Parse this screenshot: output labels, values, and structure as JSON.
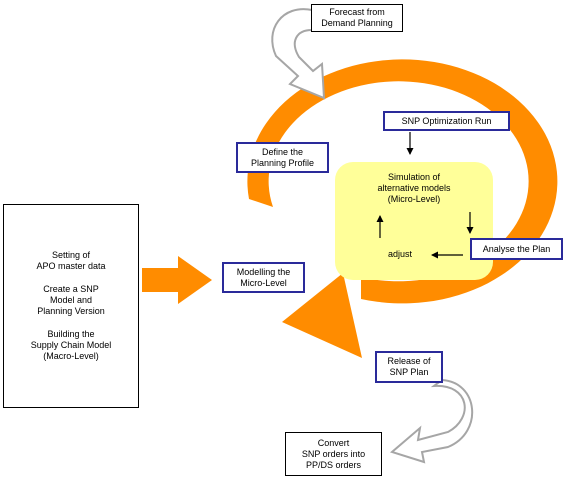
{
  "colors": {
    "cycle_arrow": "#FF8C00",
    "gray_arrow_fill": "#FFFFFF",
    "gray_arrow_stroke": "#A6A6A6",
    "simulation_panel": "#FFFF99",
    "box_border_blue": "#2A2A9A",
    "box_border_black": "#000000"
  },
  "boxes": {
    "forecast": {
      "lines": [
        "Forecast from",
        "Demand Planning"
      ]
    },
    "snp_optimization": {
      "lines": [
        "SNP Optimization Run"
      ]
    },
    "define_profile": {
      "lines": [
        "Define the",
        "Planning Profile"
      ]
    },
    "modelling": {
      "lines": [
        "Modelling the",
        "Micro-Level"
      ]
    },
    "analyse": {
      "lines": [
        "Analyse the Plan"
      ]
    },
    "release": {
      "lines": [
        "Release of",
        "SNP Plan"
      ]
    },
    "convert": {
      "lines": [
        "Convert",
        "SNP orders into",
        "PP/DS orders"
      ]
    }
  },
  "simulation": {
    "lines": [
      "Simulation of",
      "alternative models",
      "(Micro-Level)"
    ],
    "adjust_label": "adjust"
  },
  "setup_box": {
    "groups": [
      {
        "lines": [
          "Setting of",
          "APO master data"
        ]
      },
      {
        "lines": [
          "Create a SNP",
          "Model and",
          "Planning Version"
        ]
      },
      {
        "lines": [
          "Building the",
          "Supply Chain Model",
          "(Macro-Level)"
        ]
      }
    ]
  },
  "icons": {
    "cycle": "circular-arrow-icon",
    "input": "right-arrow-icon",
    "gray_in": "curved-arrow-icon",
    "gray_out": "curved-arrow-icon"
  }
}
